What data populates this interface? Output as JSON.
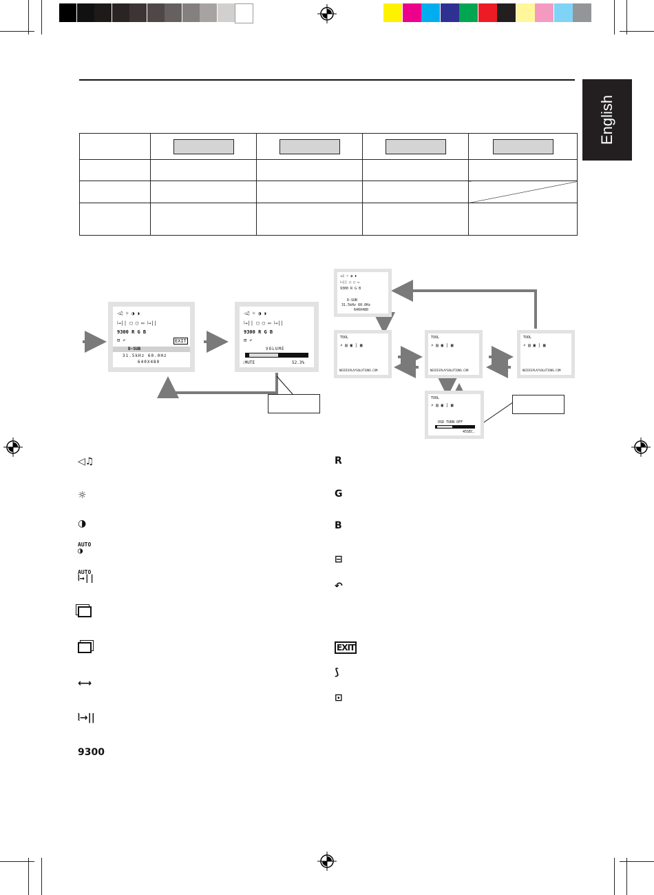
{
  "page": {
    "language_tab": "English"
  },
  "colors": {
    "grayscale_bar": [
      "#000000",
      "#111111",
      "#1e1a1a",
      "#2a2424",
      "#3d3535",
      "#504848",
      "#676060",
      "#858080",
      "#a8a3a3",
      "#d2cfcf",
      "#ffffff"
    ],
    "color_bar": [
      "#fff200",
      "#ec008c",
      "#00aeef",
      "#2e3192",
      "#00a651",
      "#ed1c24",
      "#231f20",
      "#fff799",
      "#f49ac1",
      "#7fd3f7",
      "#939598"
    ]
  },
  "osd_main": {
    "input_label": "D-SUB",
    "frequency": "31.5kHz 60.0Hz",
    "resolution": "640X480",
    "exit_icon": "EXIT"
  },
  "osd_volume": {
    "title": "VOLUME",
    "mute_label": ":MUTE",
    "value": "52.3%",
    "level": 0.523
  },
  "osd_small_top": {
    "input_label": "D-SUB",
    "frequency": "31.5kHz 60.0Hz",
    "resolution": "640X480"
  },
  "osd_tool": {
    "title": "TOOL",
    "url": "NECDISPLAYSOLUTIONS.COM"
  },
  "osd_turnoff": {
    "title": "TOOL",
    "label": "OSD TURN OFF",
    "seconds": "45SEC."
  },
  "legend_left": [
    {
      "icon": "volume-music-icon",
      "glyph": "◁♫"
    },
    {
      "icon": "brightness-icon",
      "glyph": "☼"
    },
    {
      "icon": "contrast-icon",
      "glyph": "◑"
    },
    {
      "icon": "auto-contrast-icon",
      "glyph": "AUTO"
    },
    {
      "icon": "auto-adjust-icon",
      "glyph": "AUTO"
    },
    {
      "icon": "left-right-icon",
      "glyph": ""
    },
    {
      "icon": "down-up-icon",
      "glyph": ""
    },
    {
      "icon": "h-size-icon",
      "glyph": "⟷"
    },
    {
      "icon": "fine-icon",
      "glyph": "⦚→||"
    },
    {
      "icon": "color-9300-icon",
      "glyph": "9300"
    }
  ],
  "legend_right": [
    {
      "icon": "red-icon",
      "glyph": "R"
    },
    {
      "icon": "green-icon",
      "glyph": "G"
    },
    {
      "icon": "blue-icon",
      "glyph": "B"
    },
    {
      "icon": "tool-icon",
      "glyph": "⊟"
    },
    {
      "icon": "factory-preset-icon",
      "glyph": "↶"
    },
    {
      "icon": "exit-icon",
      "glyph": "EXIT"
    },
    {
      "icon": "language-icon",
      "glyph": "⟆"
    },
    {
      "icon": "osd-turn-off-icon",
      "glyph": "⊡"
    }
  ]
}
